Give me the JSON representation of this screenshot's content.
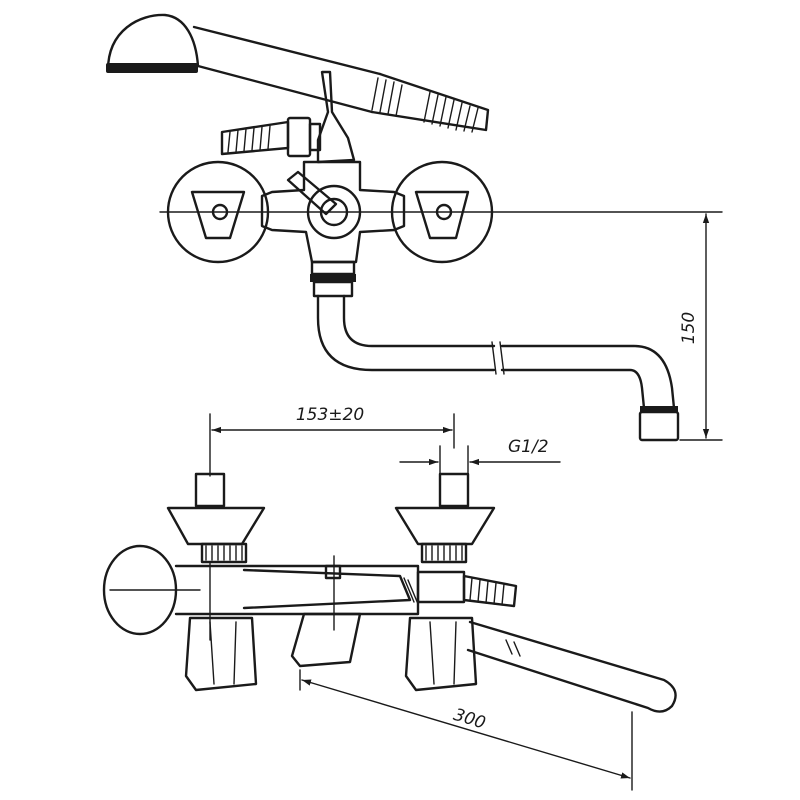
{
  "dimensions": {
    "height": "150",
    "spacing": "153±20",
    "thread": "G1/2",
    "length": "300"
  },
  "colors": {
    "ink": "#1a1a1a",
    "paper": "#ffffff"
  }
}
